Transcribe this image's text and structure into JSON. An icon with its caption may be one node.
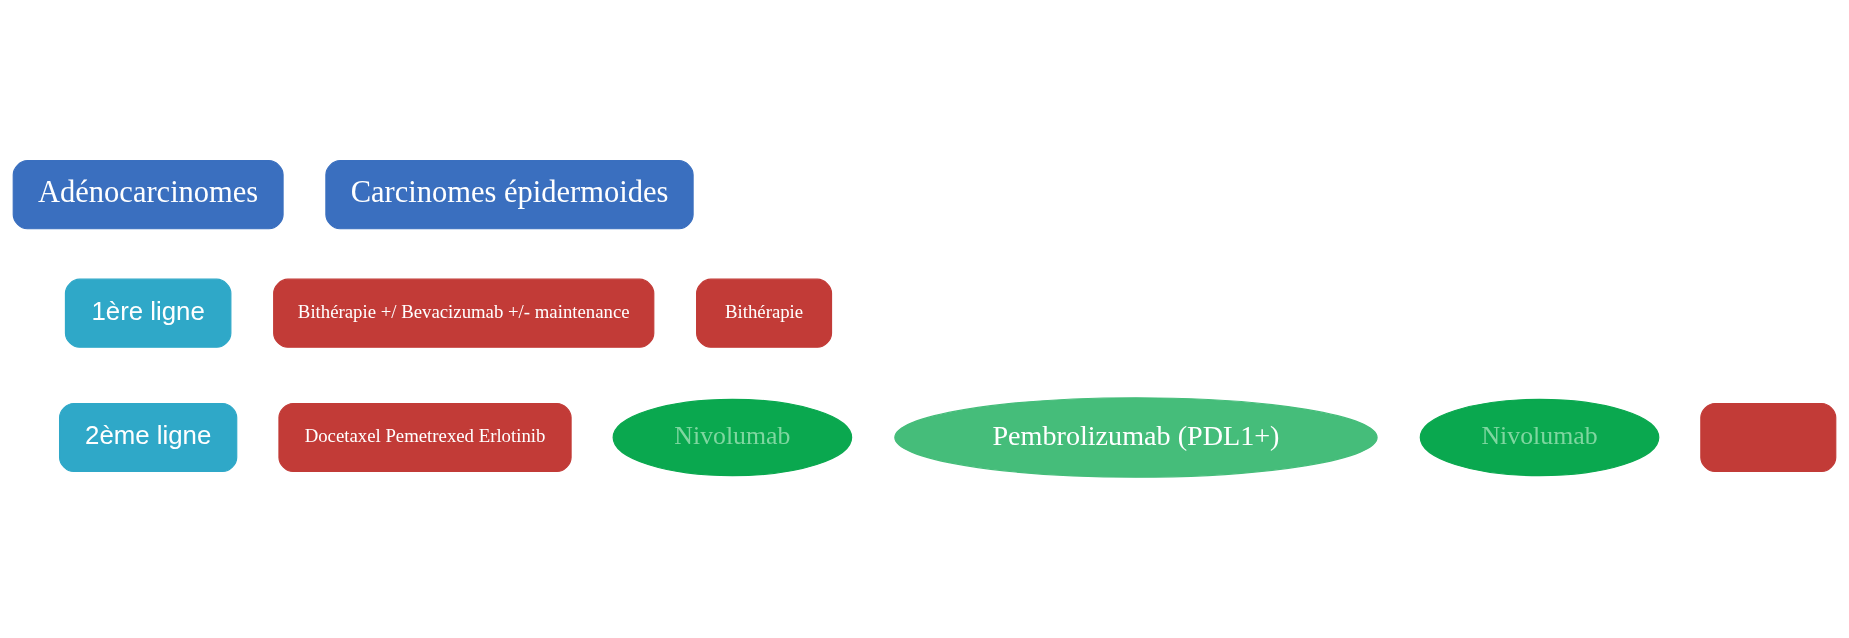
{
  "diagram": {
    "nodes": [
      {
        "text": [
          "Adénocarcinomes"
        ]
      },
      {
        "text": [
          "Carcinomes épidermoides"
        ]
      },
      {
        "text": [
          "1ère ligne"
        ]
      },
      {
        "text": [
          "Bithérapie +/ Bevacizumab +/- maintenance"
        ]
      },
      {
        "text": [
          "Bithérapie"
        ]
      },
      {
        "text": [
          "2ème ligne"
        ]
      },
      {
        "text": [
          "Docetaxel Pemetrexed Erlotinib"
        ]
      },
      {
        "text": [
          "Nivolumab"
        ]
      },
      {
        "text": [
          "Pembrolizumab (PDL1+)"
        ]
      },
      {
        "text": [],
        "shape": "box"
      },
      {
        "text": [
          "Nivolumab"
        ]
      }
    ],
    "edges": []
  }
}
